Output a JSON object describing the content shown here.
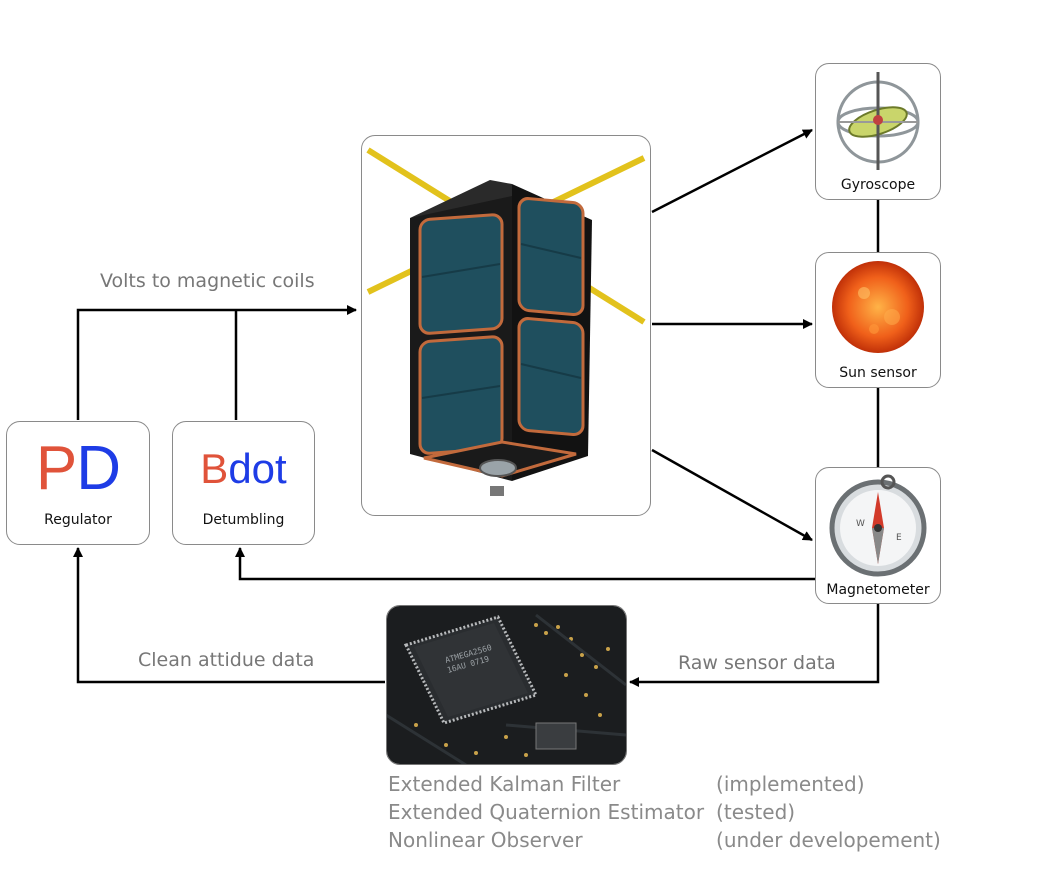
{
  "regulator": {
    "letter1": "P",
    "letter2": "D",
    "label": "Regulator",
    "color1": "#e0533a",
    "color2": "#1e3ce6"
  },
  "detumbling": {
    "prefix": "B",
    "suffix": "dot",
    "label": "Detumbling",
    "color1": "#e0533a",
    "color2": "#1e3ce6"
  },
  "sensors": {
    "gyroscope": {
      "label": "Gyroscope",
      "icon": "gyroscope-icon"
    },
    "sun_sensor": {
      "label": "Sun sensor",
      "icon": "sun-icon"
    },
    "magnetometer": {
      "label": "Magnetometer",
      "icon": "compass-icon"
    }
  },
  "satellite": {
    "icon": "cubesat-icon",
    "panel_color": "#1f4f5e",
    "antenna_color": "#e2c21c",
    "frame_color": "#1a1a1a"
  },
  "processor": {
    "icon": "microcontroller-board-icon",
    "chip_text_1": "ATMEGA2560",
    "chip_text_2": "16AU 0719"
  },
  "edges": {
    "volts": "Volts to magnetic coils",
    "clean": "Clean attidue data",
    "raw": "Raw sensor data"
  },
  "estimators": [
    {
      "name": "Extended Kalman Filter",
      "status": "(implemented)"
    },
    {
      "name": "Extended Quaternion Estimator",
      "status": "(tested)"
    },
    {
      "name": "Nonlinear Observer",
      "status": "(under developement)"
    }
  ]
}
